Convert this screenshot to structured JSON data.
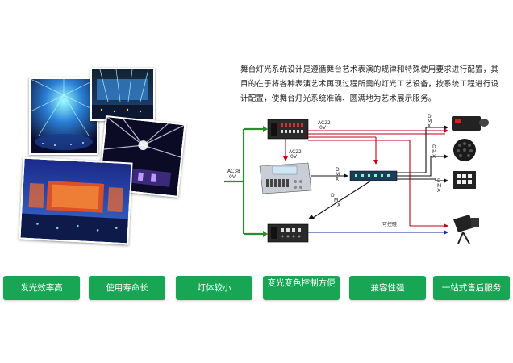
{
  "description": "舞台灯光系统设计是遵循舞台艺术表演的规律和特殊使用要求进行配置，其目的在于将各种表演艺术再现过程所需的灯光工艺设备，按系统工程进行设计配置，使舞台灯光系统准确、圆满地为艺术展示服务。",
  "diagram": {
    "power_in": "AC380V",
    "power_in_a": "AC38",
    "power_in_b": "0V",
    "ac22_top_a": "AC22",
    "ac22_top_b": "0V",
    "ac22_mid_a": "AC22",
    "ac22_mid_b": "0V",
    "dmx_d": "D",
    "dmx_m": "M",
    "dmx_x": "X",
    "silicon_label": "可控硅",
    "colors": {
      "green_line": "#2e8b2e",
      "red_line": "#c0001a",
      "black_line": "#111111",
      "blue_line": "#1a2a9a"
    }
  },
  "features": [
    {
      "label": "发光效率高"
    },
    {
      "label": "使用寿命长"
    },
    {
      "label": "灯体较小"
    },
    {
      "label": "变光变色控制方便"
    },
    {
      "label": "兼容性强"
    },
    {
      "label": "一站式售后服务"
    }
  ],
  "feature_color": "#18a654"
}
